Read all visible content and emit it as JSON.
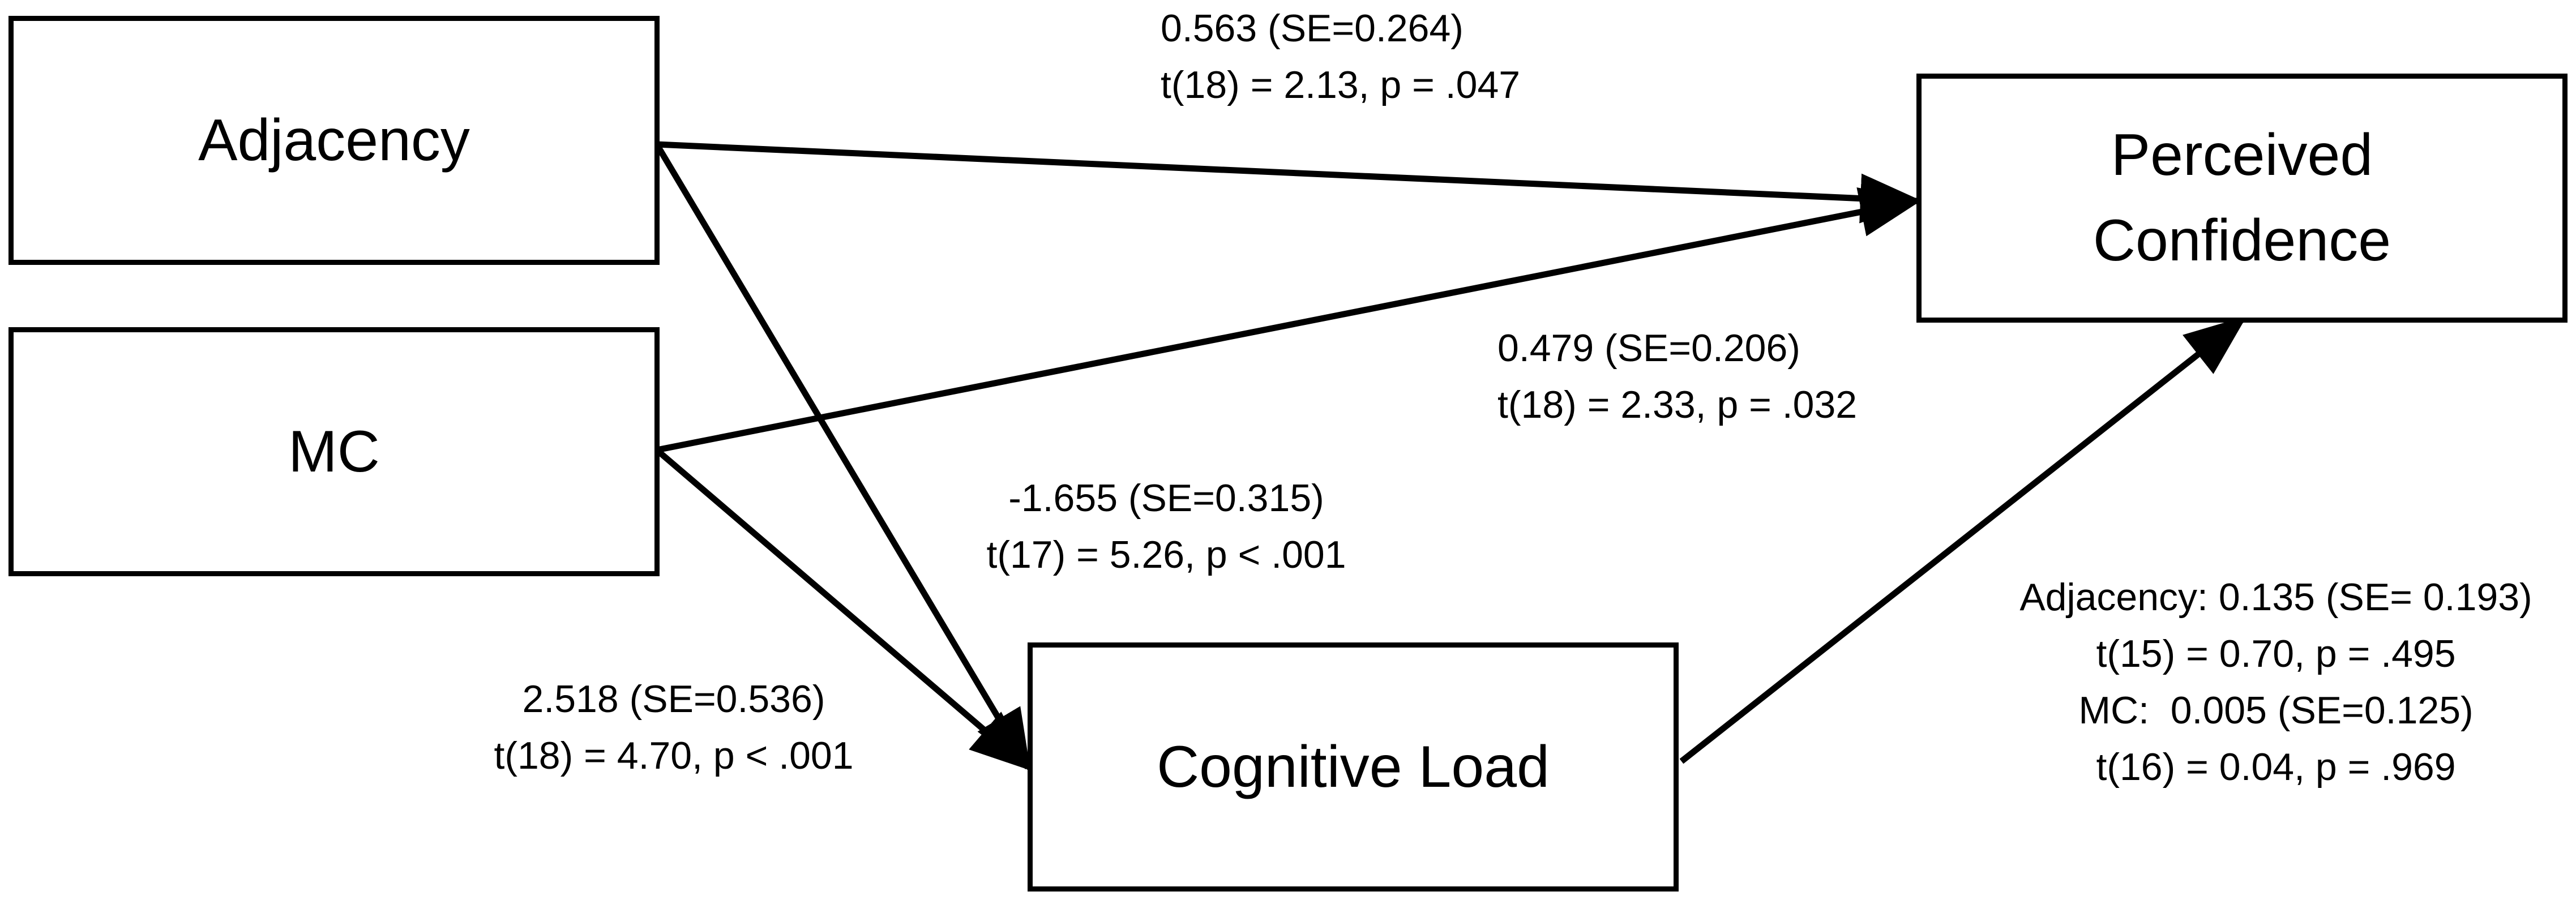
{
  "nodes": {
    "adjacency": "Adjacency",
    "mc": "MC",
    "perceived": "Perceived\nConfidence",
    "cognitive": "Cognitive Load"
  },
  "paths": {
    "adj_to_pc": {
      "coef": "0.563 (SE=0.264)",
      "test": "t(18) = 2.13, p = .047"
    },
    "mc_to_pc": {
      "coef": "0.479 (SE=0.206)",
      "test": "t(18) = 2.33, p = .032"
    },
    "adj_to_cl": {
      "coef": "-1.655 (SE=0.315)",
      "test": "t(17) = 5.26, p < .001"
    },
    "mc_to_cl": {
      "coef": "2.518 (SE=0.536)",
      "test": "t(18) = 4.70, p < .001"
    },
    "cl_to_pc": {
      "line1": "Adjacency: 0.135 (SE= 0.193)",
      "line2": "t(15) = 0.70, p = .495",
      "line3": "MC:  0.005 (SE=0.125)",
      "line4": "t(16) = 0.04, p = .969"
    }
  }
}
